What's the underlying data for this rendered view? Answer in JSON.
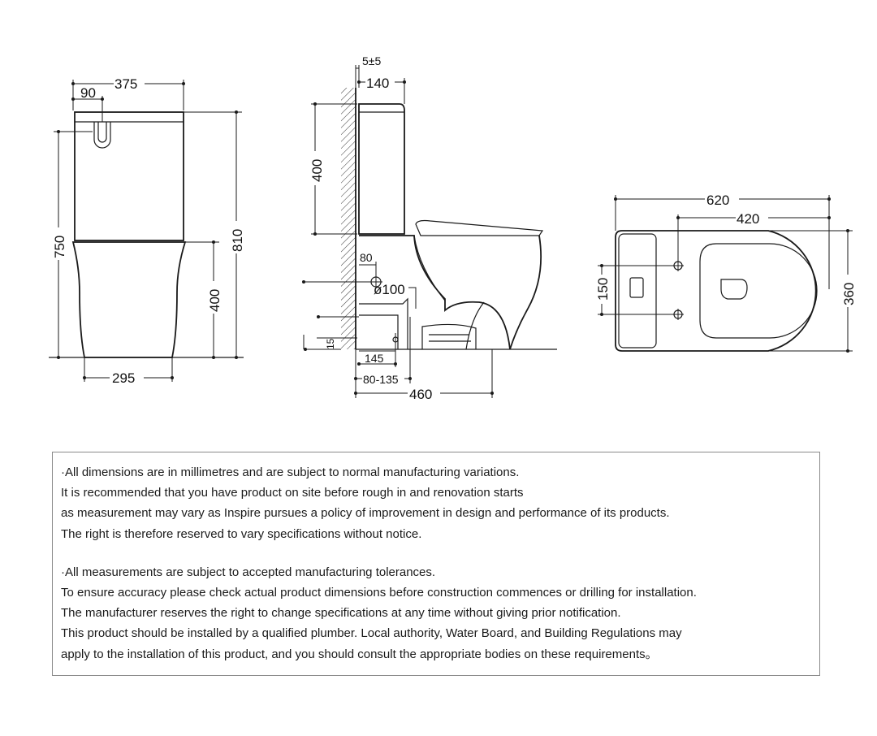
{
  "front_view": {
    "d375": "375",
    "d90": "90",
    "d750": "750",
    "d810": "810",
    "d400": "400",
    "d295": "295"
  },
  "side_view": {
    "d5": "5±5",
    "d140": "140",
    "d400": "400",
    "d80": "80",
    "d100": "ø100",
    "d15": "15",
    "d145": "145",
    "d80_135": "80-135",
    "d460": "460"
  },
  "top_view": {
    "d620": "620",
    "d420": "420",
    "d150": "150",
    "d360": "360"
  },
  "notes": {
    "p1": [
      "·All dimensions are in millimetres and are subject to normal manufacturing variations.",
      "It is recommended that you have product on site before rough in and renovation starts",
      "as measurement may vary as Inspire pursues a policy of improvement in design and performance of its products.",
      "The right is therefore reserved to vary specifications without notice."
    ],
    "p2": [
      "·All measurements are subject to accepted manufacturing tolerances.",
      "To ensure accuracy please check actual product dimensions before construction commences or drilling for installation.",
      "The manufacturer reserves the right to change specifications at any time without giving prior notification.",
      "This product should be installed by a qualified plumber. Local authority, Water Board, and Building Regulations may",
      "apply to the installation of this product, and you should consult the appropriate bodies on these requirements。"
    ]
  }
}
